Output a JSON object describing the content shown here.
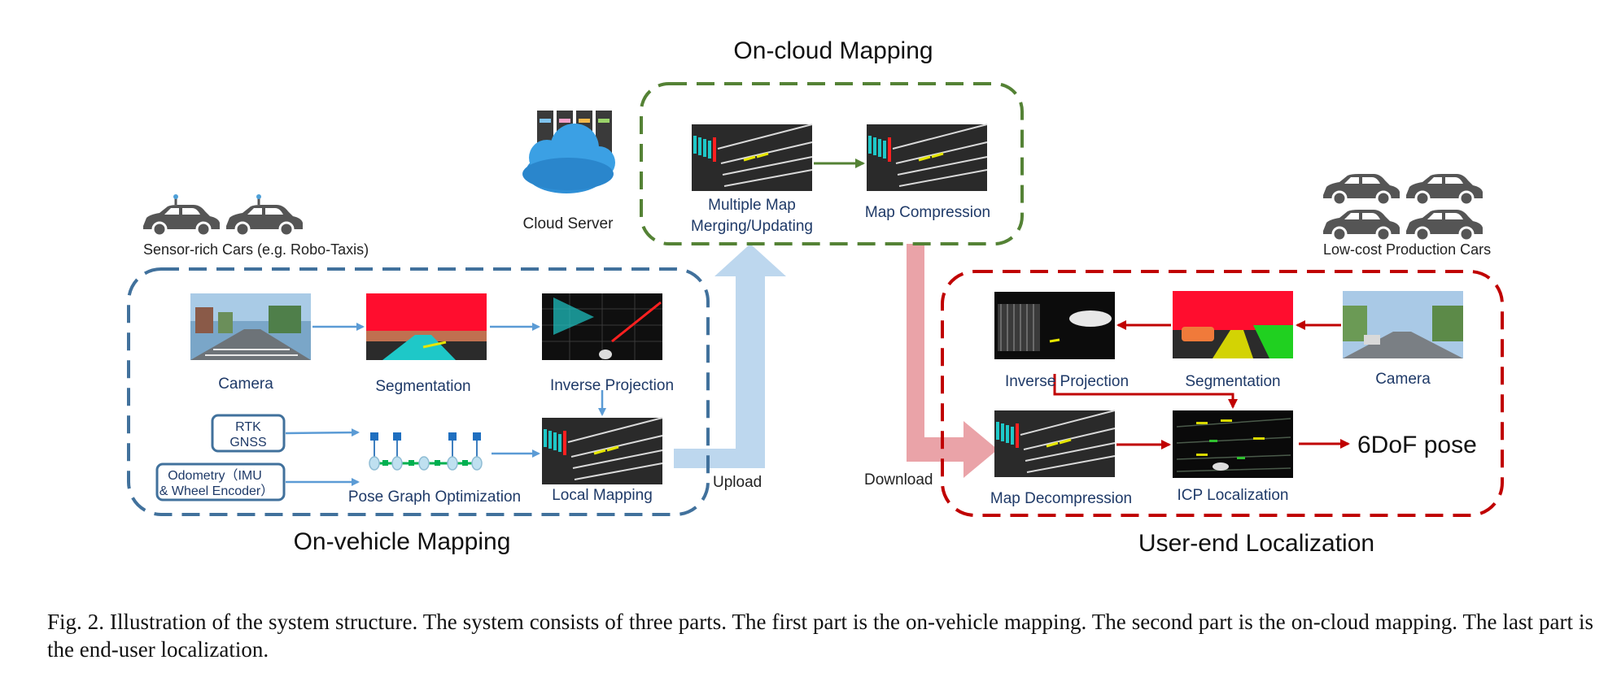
{
  "sections": {
    "on_cloud": "On-cloud Mapping",
    "on_vehicle": "On-vehicle Mapping",
    "user_end": "User-end Localization"
  },
  "icons": {
    "cloud_server": "Cloud Server",
    "sensor_cars": "Sensor-rich Cars (e.g. Robo-Taxis)",
    "production_cars": "Low-cost Production Cars"
  },
  "on_cloud_blocks": {
    "merge_line1": "Multiple Map",
    "merge_line2": "Merging/Updating",
    "compression": "Map Compression"
  },
  "on_vehicle_blocks": {
    "camera": "Camera",
    "segmentation": "Segmentation",
    "inverse_projection": "Inverse Projection",
    "rtk_line1": "RTK",
    "rtk_line2": "GNSS",
    "odo_line1": "Odometry（IMU",
    "odo_line2": "& Wheel Encoder）",
    "pose_graph": "Pose Graph Optimization",
    "local_mapping": "Local Mapping"
  },
  "user_end_blocks": {
    "inverse_projection": "Inverse Projection",
    "segmentation": "Segmentation",
    "camera": "Camera",
    "map_decompression": "Map Decompression",
    "icp_localization": "ICP Localization",
    "pose_output": "6DoF pose"
  },
  "flows": {
    "upload": "Upload",
    "download": "Download"
  },
  "colors": {
    "on_vehicle": "#41719c",
    "on_cloud": "#548235",
    "user_end": "#c00000",
    "upload_arrow": "#bdd7ee",
    "download_arrow": "#eaa3a8",
    "seg_red": "#ff0d2e",
    "map_bg": "#2a2a2a"
  },
  "caption": "Fig. 2.   Illustration of the system structure. The system consists of three parts. The first part is the on-vehicle mapping. The second part is the on-cloud mapping. The last part is the end-user localization."
}
